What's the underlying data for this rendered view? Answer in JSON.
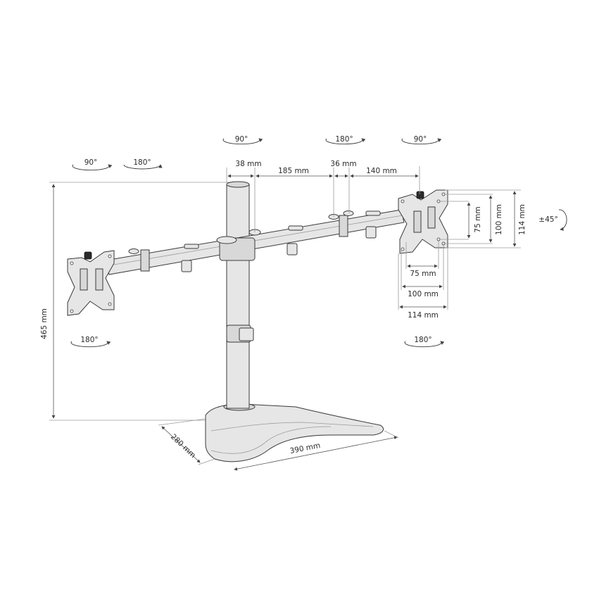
{
  "diagram": {
    "type": "dual monitor desk stand dimension drawing",
    "dimensions": {
      "pole_diameter": "38 mm",
      "arm_segment_1": "185 mm",
      "joint_width": "36 mm",
      "arm_segment_2": "140 mm",
      "total_height": "465 mm",
      "base_depth": "280 mm",
      "base_width": "390 mm"
    },
    "vesa": {
      "vertical": [
        "75 mm",
        "100 mm",
        "114 mm"
      ],
      "horizontal": [
        "75 mm",
        "100 mm",
        "114 mm"
      ]
    },
    "rotations": {
      "pole_top": "90°",
      "arm_joint_right": "180°",
      "right_head_top": "90°",
      "left_head_top": "90°",
      "left_joint": "180°",
      "left_head_bottom": "180°",
      "right_head_bottom": "180°",
      "tilt": "±45°"
    }
  }
}
